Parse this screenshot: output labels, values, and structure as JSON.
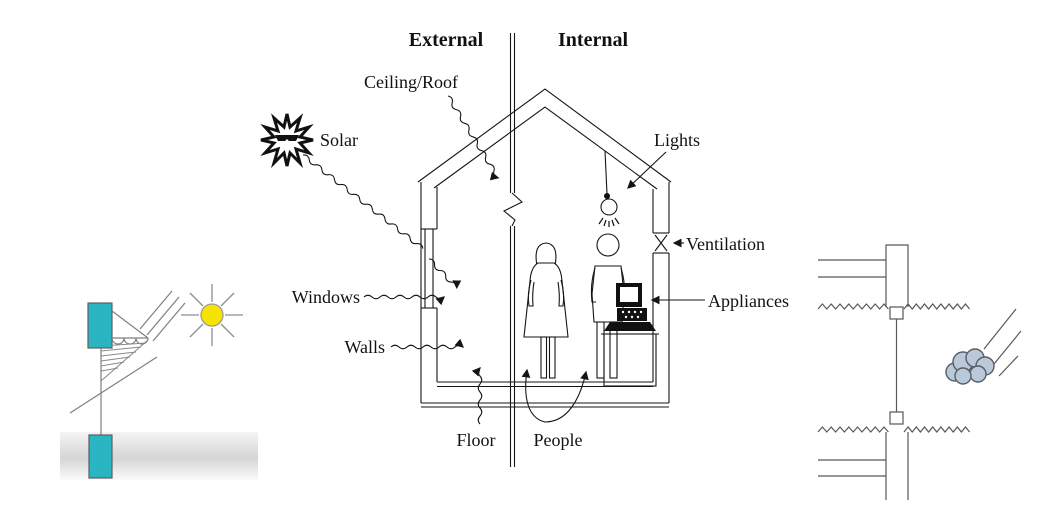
{
  "title": {
    "external": "External",
    "internal": "Internal"
  },
  "labels": {
    "ceiling_roof": "Ceiling/Roof",
    "solar": "Solar",
    "windows": "Windows",
    "walls": "Walls",
    "floor": "Floor",
    "people": "People",
    "lights": "Lights",
    "ventilation": "Ventilation",
    "appliances": "Appliances"
  },
  "colors": {
    "shade_wall_teal": "#2ab5c3",
    "sun_yellow": "#f6e400",
    "cloud_fill": "#bac9da",
    "ground_light": "#f4f4f4",
    "ground_mid": "#d5d5d5",
    "ground_bottom": "#fbfbfb"
  }
}
